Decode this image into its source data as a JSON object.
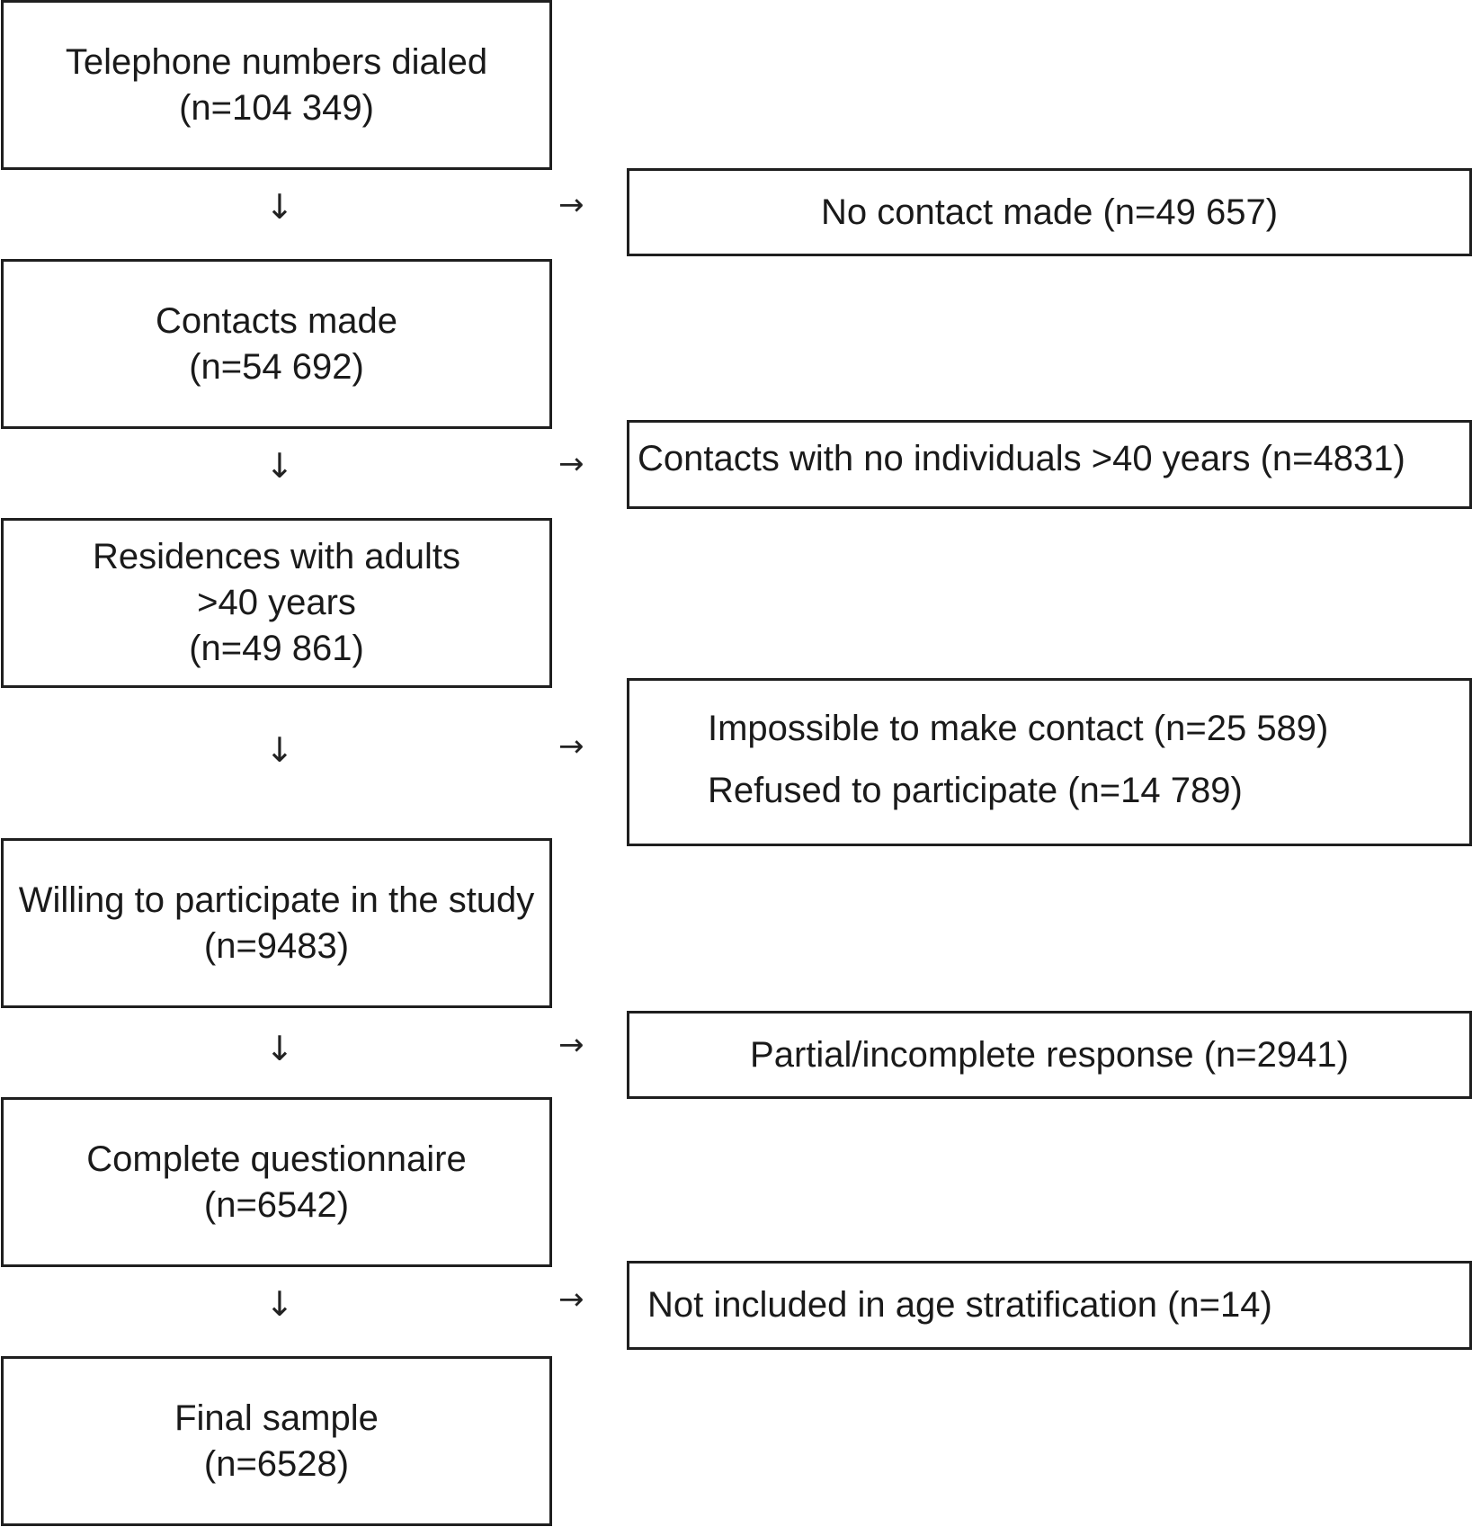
{
  "left_boxes": [
    {
      "lines": [
        "Telephone numbers dialed",
        "(n=104 349)"
      ]
    },
    {
      "lines": [
        "Contacts made",
        "(n=54 692)"
      ]
    },
    {
      "lines": [
        "Residences with adults",
        ">40 years",
        "(n=49 861)"
      ]
    },
    {
      "lines": [
        "Willing to participate in the study",
        "(n=9483)"
      ]
    },
    {
      "lines": [
        "Complete questionnaire",
        "(n=6542)"
      ]
    },
    {
      "lines": [
        "Final sample",
        "(n=6528)"
      ]
    }
  ],
  "right_boxes": [
    {
      "lines": [
        "No contact made (n=49 657)"
      ]
    },
    {
      "lines": [
        "Contacts with no individuals >40 years (n=4831)"
      ]
    },
    {
      "lines": [
        "Impossible to make contact (n=25 589)",
        "Refused to participate (n=14 789)"
      ]
    },
    {
      "lines": [
        "Partial/incomplete response (n=2941)"
      ]
    },
    {
      "lines": [
        "Not included in age stratification (n=14)"
      ]
    }
  ],
  "arrows": {
    "down": "↓",
    "right": "→"
  }
}
